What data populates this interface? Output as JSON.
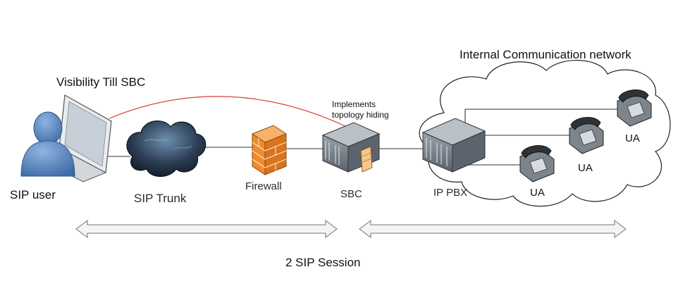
{
  "labels": {
    "network_title": "Internal Communication network",
    "visibility": "Visibility Till SBC",
    "implements_line1": "Implements",
    "implements_line2": "topology hiding",
    "sip_user": "SIP user",
    "sip_trunk": "SIP Trunk",
    "firewall": "Firewall",
    "sbc": "SBC",
    "ip_pbx": "IP PBX",
    "ua_1": "UA",
    "ua_2": "UA",
    "ua_3": "UA",
    "session": "2 SIP Session"
  },
  "colors": {
    "visibility_arc": "#d9423a",
    "links": "#333333",
    "arrow_outline": "#8f8f8f",
    "arrow_fill": "#f4f4f4",
    "user_blue": "#4f7fb8",
    "firewall_orange": "#f08a2c",
    "server_gray": "#6f7880"
  },
  "icons": {
    "user": "user-with-laptop-icon",
    "trunk": "storm-cloud-icon",
    "firewall": "brick-wall-icon",
    "sbc": "server-icon",
    "pbx": "server-icon",
    "phone": "desk-phone-icon"
  }
}
